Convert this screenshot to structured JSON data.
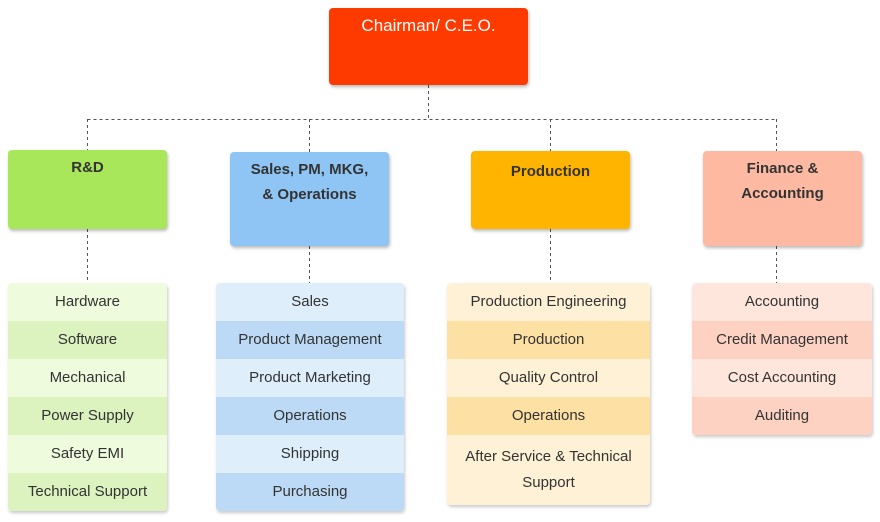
{
  "chairman": {
    "label": "Chairman/ C.E.O."
  },
  "departments": [
    {
      "title_lines": [
        "R&D"
      ],
      "color": "#a8e65a",
      "items": [
        "Hardware",
        "Software",
        "Mechanical",
        "Power Supply",
        "Safety EMI",
        "Technical Support"
      ],
      "item_colors": [
        "#eefbdc",
        "#dcf3bf"
      ]
    },
    {
      "title_lines": [
        "Sales, PM, MKG,",
        "& Operations"
      ],
      "color": "#8ec5f4",
      "items": [
        "Sales",
        "Product Management",
        "Product Marketing",
        "Operations",
        "Shipping",
        "Purchasing"
      ],
      "item_colors": [
        "#dfeefb",
        "#bcdaf6"
      ]
    },
    {
      "title_lines": [
        "Production"
      ],
      "color": "#ffb400",
      "items": [
        "Production Engineering",
        "Production",
        "Quality Control",
        "Operations",
        "After Service & Technical Support"
      ],
      "item_colors": [
        "#fff1d5",
        "#fde0a3"
      ]
    },
    {
      "title_lines": [
        "Finance &",
        "Accounting"
      ],
      "color": "#feb9a3",
      "items": [
        "Accounting",
        "Credit Management",
        "Cost Accounting",
        "Auditing"
      ],
      "item_colors": [
        "#ffe6dc",
        "#fdd2c2"
      ]
    }
  ]
}
